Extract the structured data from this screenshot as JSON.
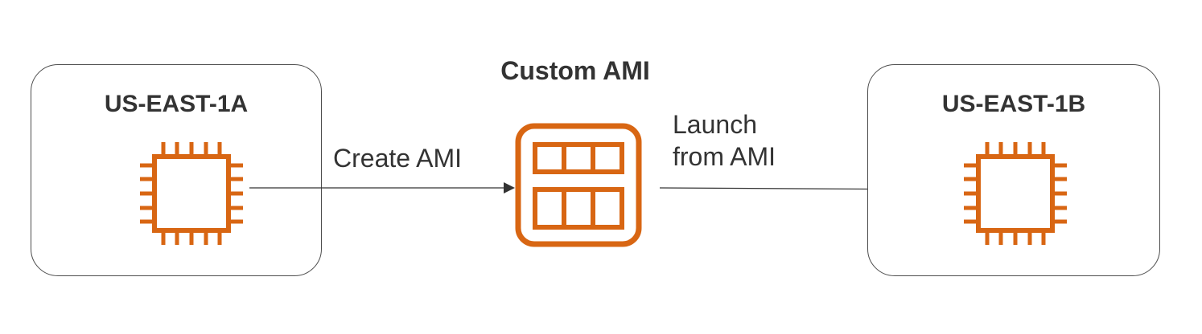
{
  "zones": {
    "source": {
      "title": "US-EAST-1A",
      "icon": "ec2-instance-chip-icon"
    },
    "target": {
      "title": "US-EAST-1B",
      "icon": "ec2-instance-chip-icon"
    }
  },
  "ami": {
    "title": "Custom AMI",
    "icon": "ami-grid-icon"
  },
  "edges": {
    "create": {
      "label": "Create AMI"
    },
    "launch": {
      "line1": "Launch",
      "line2": "from AMI"
    }
  },
  "colors": {
    "accent": "#d86613",
    "border": "#4d4d4d",
    "text": "#333333"
  }
}
